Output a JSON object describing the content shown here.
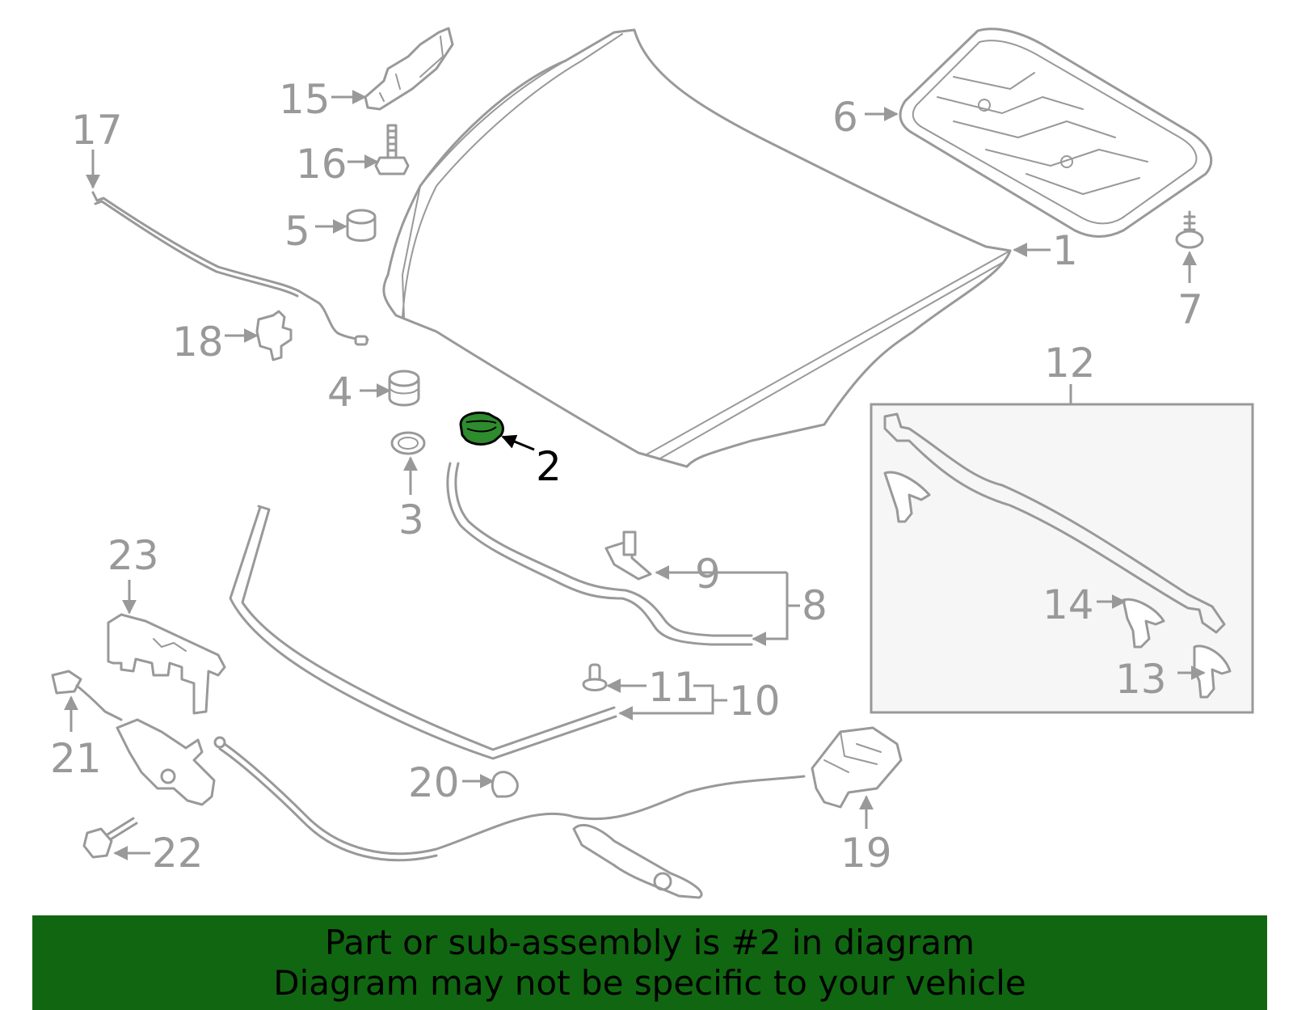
{
  "colors": {
    "part_stroke": "#999999",
    "highlight_fill": "#2e8b2e",
    "banner_bg": "#116611",
    "box_bg": "#f6f6f6"
  },
  "callouts": {
    "c1": "1",
    "c2": "2",
    "c3": "3",
    "c4": "4",
    "c5": "5",
    "c6": "6",
    "c7": "7",
    "c8": "8",
    "c9": "9",
    "c10": "10",
    "c11": "11",
    "c12": "12",
    "c13": "13",
    "c14": "14",
    "c15": "15",
    "c16": "16",
    "c17": "17",
    "c18": "18",
    "c19": "19",
    "c20": "20",
    "c21": "21",
    "c22": "22",
    "c23": "23"
  },
  "highlighted_part": "2",
  "banner": {
    "line1": "Part or sub-assembly is #2 in diagram",
    "line2": "Diagram may not be specific to your vehicle"
  }
}
